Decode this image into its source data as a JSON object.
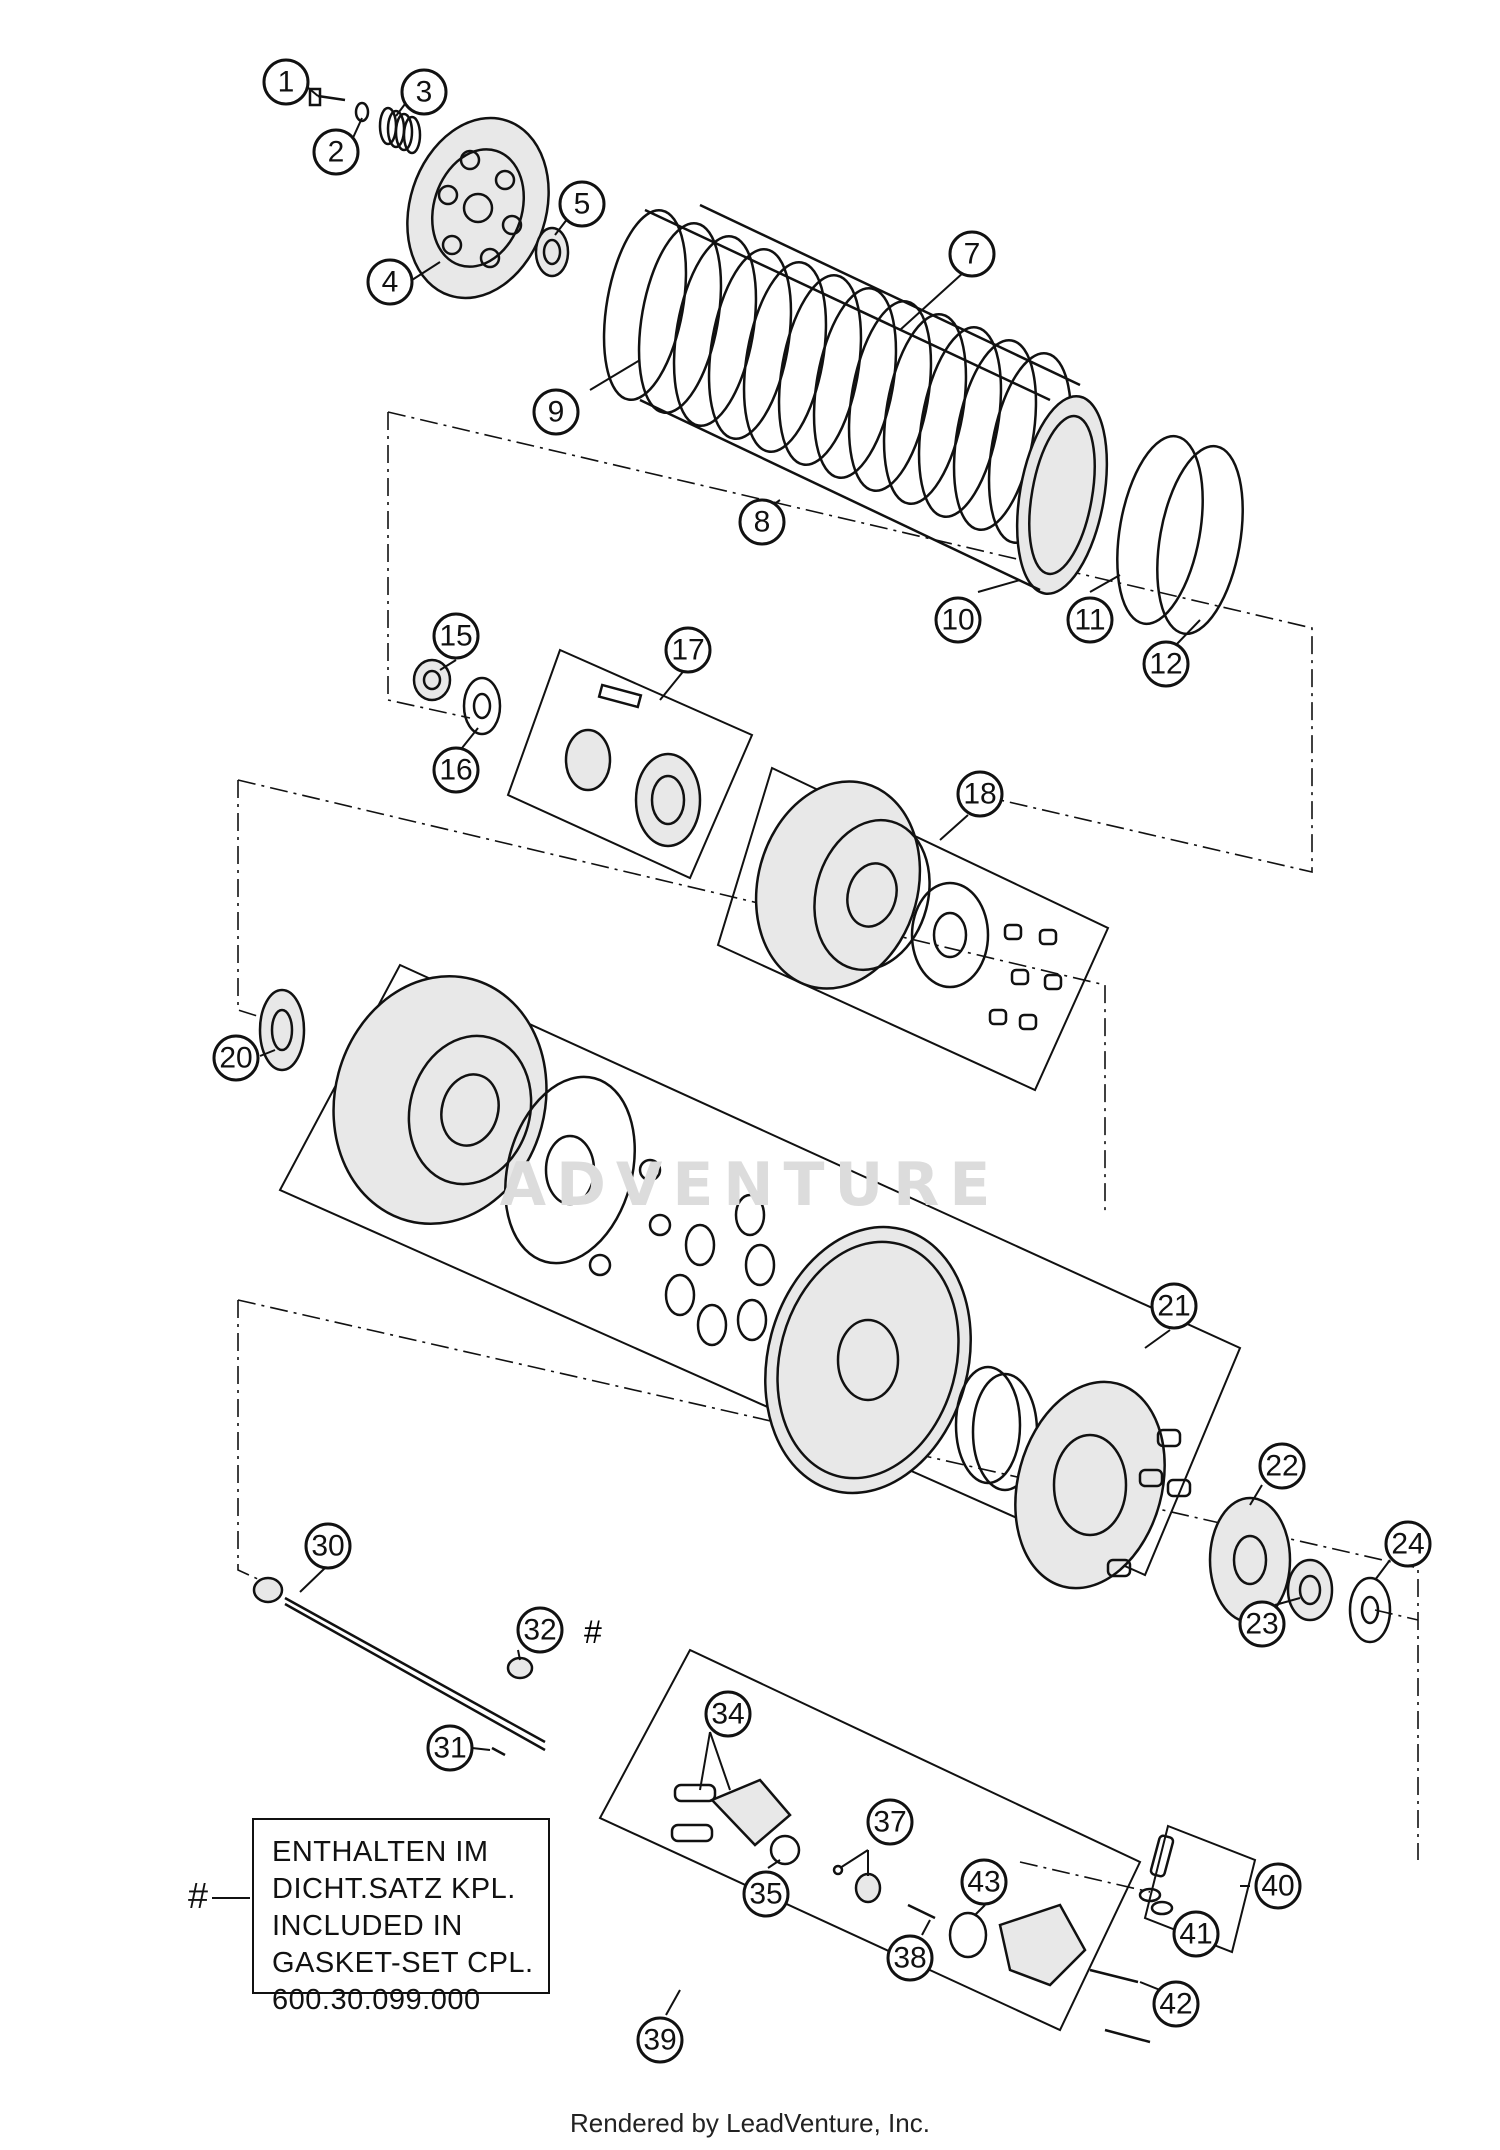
{
  "callouts": [
    "1",
    "2",
    "3",
    "4",
    "5",
    "7",
    "8",
    "9",
    "10",
    "11",
    "12",
    "15",
    "16",
    "17",
    "18",
    "20",
    "21",
    "22",
    "23",
    "24",
    "30",
    "31",
    "32",
    "34",
    "35",
    "37",
    "38",
    "39",
    "40",
    "41",
    "42",
    "43"
  ],
  "marker_32": "#",
  "note": {
    "marker": "#",
    "lines": [
      "ENTHALTEN IM",
      "DICHT.SATZ KPL.",
      "INCLUDED IN",
      "GASKET-SET CPL.",
      "600.30.099.000"
    ]
  },
  "watermark": "ADVENTURE",
  "footer": "Rendered by LeadVenture, Inc."
}
